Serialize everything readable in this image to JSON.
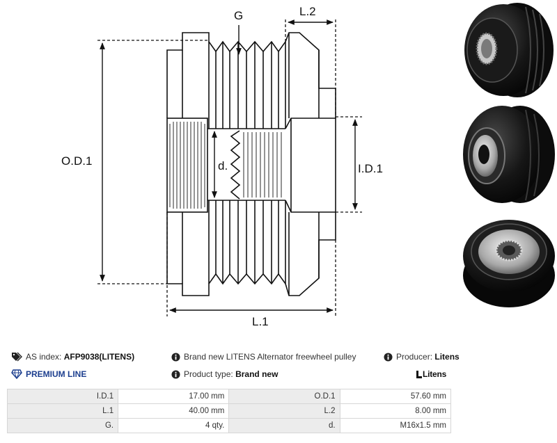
{
  "drawing": {
    "labels": {
      "g": "G",
      "l2": "L.2",
      "od1": "O.D.1",
      "d": "d.",
      "id1": "I.D.1",
      "l1": "L.1"
    }
  },
  "photos": [
    {
      "alt_icon": "pulley-front-photo"
    },
    {
      "alt_icon": "pulley-side-photo"
    },
    {
      "alt_icon": "pulley-back-photo"
    }
  ],
  "info": {
    "as_index_label": "AS index:",
    "as_index_value": "AFP9038(LITENS)",
    "description": "Brand new LITENS Alternator freewheel pulley",
    "producer_label": "Producer:",
    "producer_value": "Litens",
    "premium_line": "PREMIUM LINE",
    "product_type_label": "Product type:",
    "product_type_value": "Brand new",
    "brand_logo": "Litens"
  },
  "specs": {
    "rows": [
      {
        "l1": "I.D.1",
        "v1": "17.00 mm",
        "l2": "O.D.1",
        "v2": "57.60 mm"
      },
      {
        "l1": "L.1",
        "v1": "40.00 mm",
        "l2": "L.2",
        "v2": "8.00 mm"
      },
      {
        "l1": "G.",
        "v1": "4 qty.",
        "l2": "d.",
        "v2": "M16x1.5 mm"
      }
    ]
  },
  "colors": {
    "premium": "#1d3f8f",
    "table_label_bg": "#ececec",
    "table_border": "#d6d6d6"
  }
}
